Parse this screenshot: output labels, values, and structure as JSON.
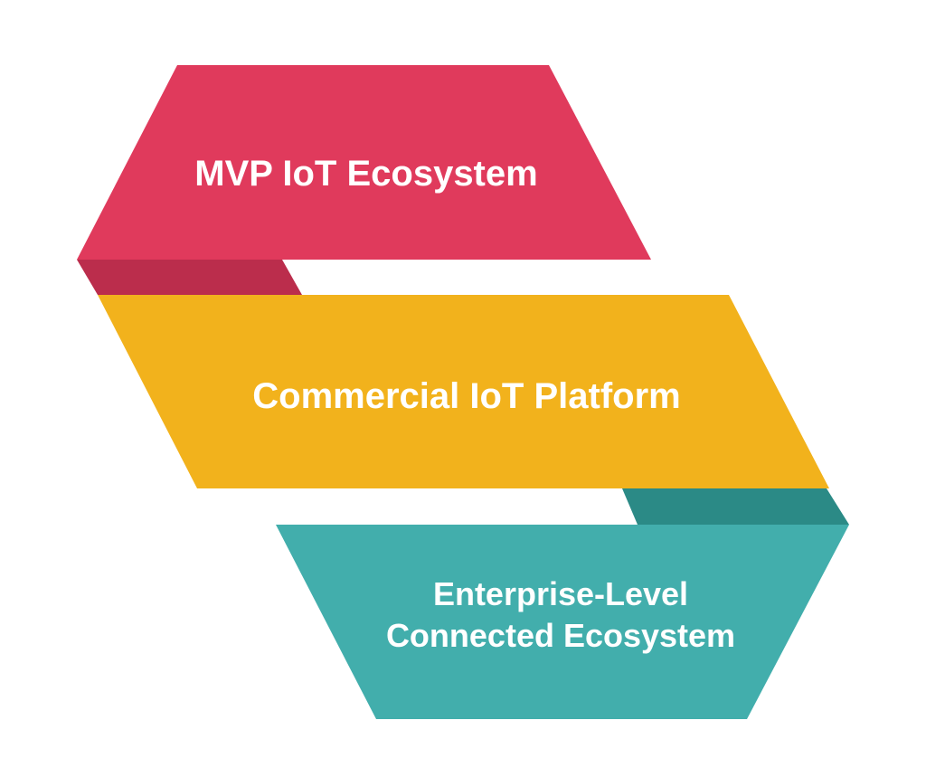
{
  "stages": [
    {
      "label": "MVP IoT Ecosystem",
      "color": "#e03a5c",
      "fold_color": "#bb2d4c"
    },
    {
      "label": "Commercial IoT Platform",
      "color": "#f2b21c",
      "fold_color": "#c98f0f"
    },
    {
      "label_line1": "Enterprise-Level",
      "label_line2": "Connected Ecosystem",
      "color": "#42aeac",
      "fold_color": "#2b8a86"
    }
  ]
}
